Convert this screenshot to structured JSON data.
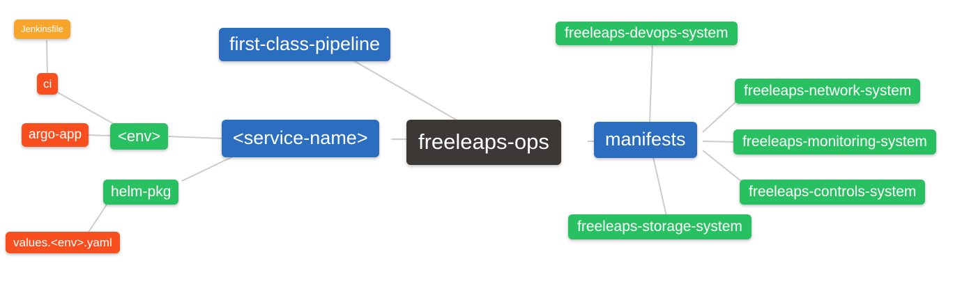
{
  "diagram": {
    "type": "mindmap",
    "title": "freeleaps-ops repository structure"
  },
  "palette": {
    "root": "#3C3835",
    "level2": "#2B6DBE",
    "level3": "#29C062",
    "level4": "#F94E1E",
    "level5": "#F8A62B",
    "edge": "#CCCCCC",
    "text": "#FFFFFF",
    "background": "#FFFFFF"
  },
  "nodes": {
    "root": {
      "label": "freeleaps-ops",
      "color": "#3C3835"
    },
    "pipeline": {
      "label": "first-class-pipeline",
      "color": "#2B6DBE"
    },
    "service": {
      "label": "<service-name>",
      "color": "#2B6DBE"
    },
    "manifests": {
      "label": "manifests",
      "color": "#2B6DBE"
    },
    "env": {
      "label": "<env>",
      "color": "#29C062"
    },
    "helm": {
      "label": "helm-pkg",
      "color": "#29C062"
    },
    "ci": {
      "label": "ci",
      "color": "#F94E1E"
    },
    "argo": {
      "label": "argo-app",
      "color": "#F94E1E"
    },
    "jenkinsfile": {
      "label": "Jenkinsfile",
      "color": "#F8A62B"
    },
    "values": {
      "label": "values.<env>.yaml",
      "color": "#F94E1E"
    },
    "devops": {
      "label": "freeleaps-devops-system",
      "color": "#29C062"
    },
    "network": {
      "label": "freeleaps-network-system",
      "color": "#29C062"
    },
    "monitoring": {
      "label": "freeleaps-monitoring-system",
      "color": "#29C062"
    },
    "controls": {
      "label": "freeleaps-controls-system",
      "color": "#29C062"
    },
    "storage": {
      "label": "freeleaps-storage-system",
      "color": "#29C062"
    }
  },
  "edges": [
    {
      "from": "jenkinsfile",
      "to": "ci"
    },
    {
      "from": "ci",
      "to": "env"
    },
    {
      "from": "argo",
      "to": "env"
    },
    {
      "from": "env",
      "to": "service"
    },
    {
      "from": "service",
      "to": "helm"
    },
    {
      "from": "helm",
      "to": "values"
    },
    {
      "from": "service",
      "to": "root"
    },
    {
      "from": "pipeline",
      "to": "root"
    },
    {
      "from": "root",
      "to": "manifests"
    },
    {
      "from": "manifests",
      "to": "devops"
    },
    {
      "from": "manifests",
      "to": "network"
    },
    {
      "from": "manifests",
      "to": "monitoring"
    },
    {
      "from": "manifests",
      "to": "controls"
    },
    {
      "from": "manifests",
      "to": "storage"
    }
  ]
}
